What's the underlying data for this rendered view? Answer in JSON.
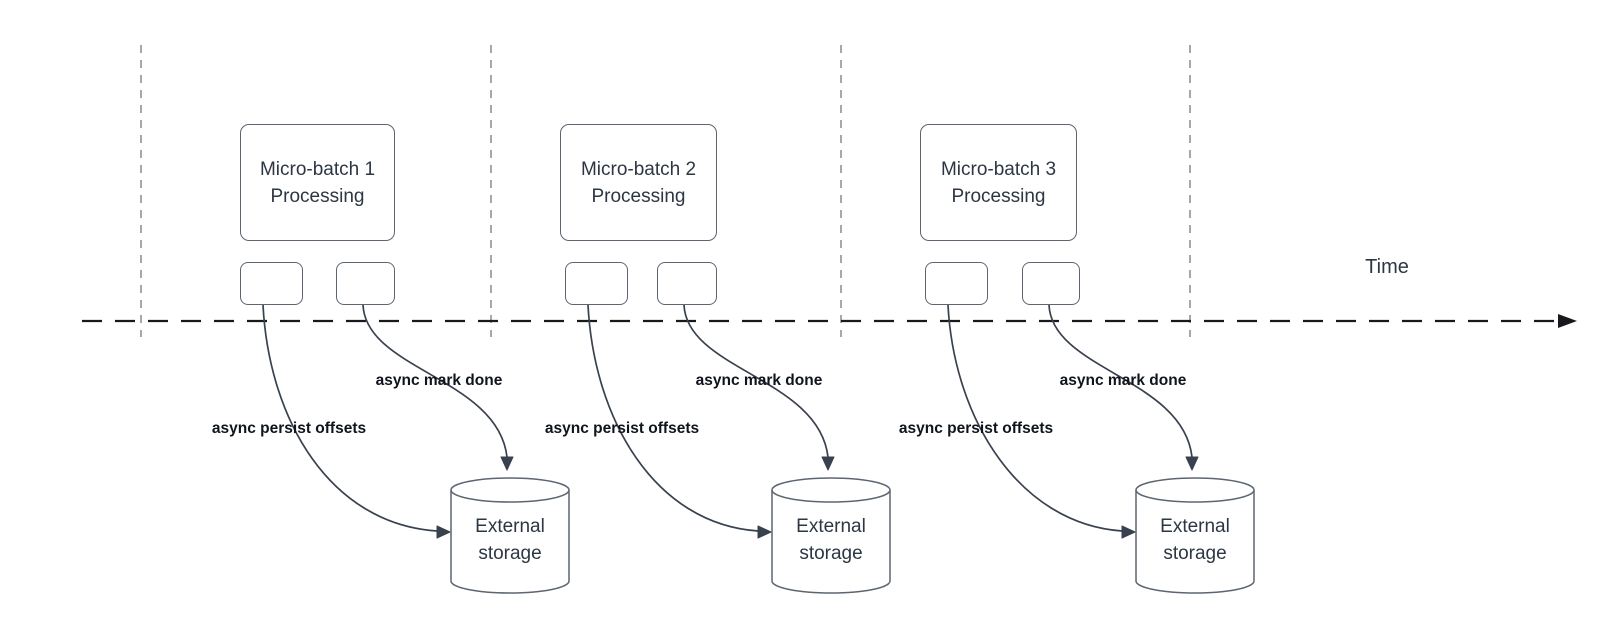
{
  "time_axis": {
    "label": "Time"
  },
  "batches": [
    {
      "title_line1": "Micro-batch 1",
      "title_line2": "Processing",
      "persist_label": "async persist offsets",
      "mark_done_label": "async mark done",
      "storage_label": "External storage"
    },
    {
      "title_line1": "Micro-batch 2",
      "title_line2": "Processing",
      "persist_label": "async persist offsets",
      "mark_done_label": "async mark done",
      "storage_label": "External storage"
    },
    {
      "title_line1": "Micro-batch 3",
      "title_line2": "Processing",
      "persist_label": "async persist offsets",
      "mark_done_label": "async mark done",
      "storage_label": "External storage"
    }
  ],
  "colors": {
    "bg": "#ffffff",
    "shape_stroke": "#5c6570",
    "arrow": "#38414d",
    "text": "#2d3643",
    "label": "#10151d",
    "vline": "#a8a8a8",
    "timeline": "#17191d"
  }
}
